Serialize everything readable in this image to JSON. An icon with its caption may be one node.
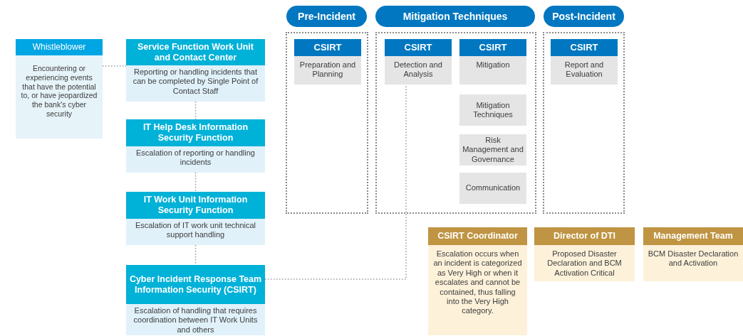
{
  "diagram": {
    "nodes": [
      {
        "text": [
          "Whistleblower",
          "Encountering or experiencing events that have the potential to, or have jeopardized the bank's cyber security"
        ]
      },
      {
        "text": [
          "Service Function Work Unit and Contact Center",
          "Reporting or handling incidents that can be completed by Single Point of Contact Staff"
        ]
      },
      {
        "text": [
          "IT Help Desk Information Security Function",
          "Escalation of reporting or handling incidents"
        ]
      },
      {
        "text": [
          "IT Work Unit Information Security Function",
          "Escalation of IT work unit technical support handling"
        ]
      },
      {
        "text": [
          "Cyber Incident Response Team Information Security (CSIRT)",
          "Escalation of handling that requires coordination between IT Work Units and others"
        ]
      },
      {
        "text": [
          "Pre-Incident"
        ]
      },
      {
        "text": [
          "CSIRT",
          "Preparation and Planning"
        ],
        "in": 5
      },
      {
        "text": [
          "Mitigation Techniques"
        ]
      },
      {
        "text": [
          "CSIRT",
          "Detection and Analysis"
        ],
        "in": 7
      },
      {
        "text": [
          "CSIRT",
          "Mitigation"
        ],
        "in": 7
      },
      {
        "text": [
          "Mitigation Techniques"
        ],
        "in": 7
      },
      {
        "text": [
          "Risk Management and Governance"
        ],
        "in": 7
      },
      {
        "text": [
          "Communication"
        ],
        "in": 7
      },
      {
        "text": [
          "Post-Incident"
        ]
      },
      {
        "text": [
          "CSIRT",
          "Report and Evaluation"
        ],
        "in": 13
      },
      {
        "text": [
          "CSIRT Coordinator",
          "Escalation occurs when an incident is categorized as Very High or when it escalates and cannot be contained, thus falling into the Very High category."
        ]
      },
      {
        "text": [
          "Director of DTI",
          "Proposed Disaster Declaration and BCM Activation Critical"
        ]
      },
      {
        "text": [
          "Management Team",
          "BCM Disaster Declaration and Activation"
        ]
      }
    ],
    "edges": [
      {
        "from": 0,
        "to": 1,
        "arrow": "none",
        "style": "dashed"
      },
      {
        "from": 1,
        "to": 2,
        "arrow": "none",
        "style": "dashed"
      },
      {
        "from": 2,
        "to": 3,
        "arrow": "none",
        "style": "dashed"
      },
      {
        "from": 3,
        "to": 4,
        "arrow": "none",
        "style": "dashed"
      },
      {
        "from": 4,
        "to": 8,
        "arrow": "none",
        "style": "dashed"
      }
    ]
  }
}
